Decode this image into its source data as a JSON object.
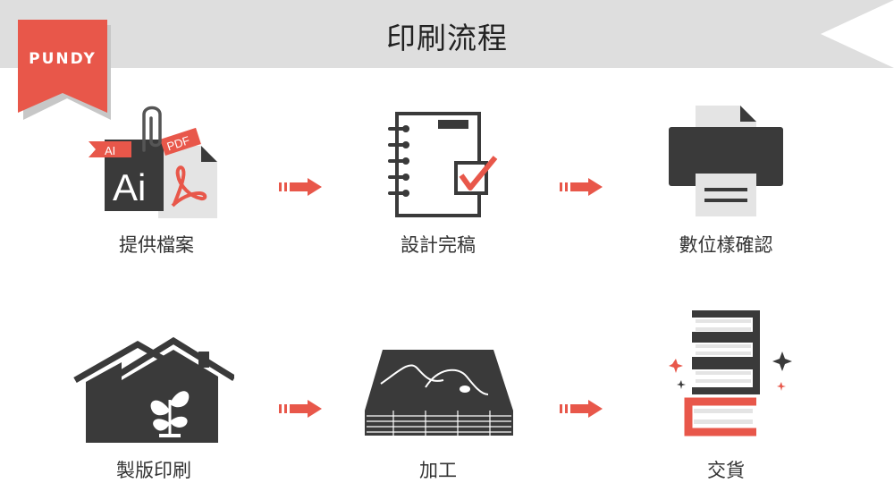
{
  "header": {
    "title": "印刷流程"
  },
  "logo": {
    "text": "PUNDY"
  },
  "colors": {
    "accent": "#e8574a",
    "dark": "#3a3a3a",
    "banner": "#dedede",
    "light": "#e4e4e4"
  },
  "steps": [
    {
      "label": "提供檔案",
      "icon": "ai-pdf-files-icon",
      "file_labels": {
        "ai_tag": "AI",
        "ai_big": "Ai",
        "pdf_tag": "PDF"
      }
    },
    {
      "label": "設計完稿",
      "icon": "notebook-checkmark-icon"
    },
    {
      "label": "數位樣確認",
      "icon": "printer-icon"
    },
    {
      "label": "製版印刷",
      "icon": "house-sprout-icon"
    },
    {
      "label": "加工",
      "icon": "bound-book-icon"
    },
    {
      "label": "交貨",
      "icon": "book-stack-icon"
    }
  ],
  "arrows": [
    "arrow-icon",
    "arrow-icon",
    "arrow-icon",
    "arrow-icon"
  ]
}
